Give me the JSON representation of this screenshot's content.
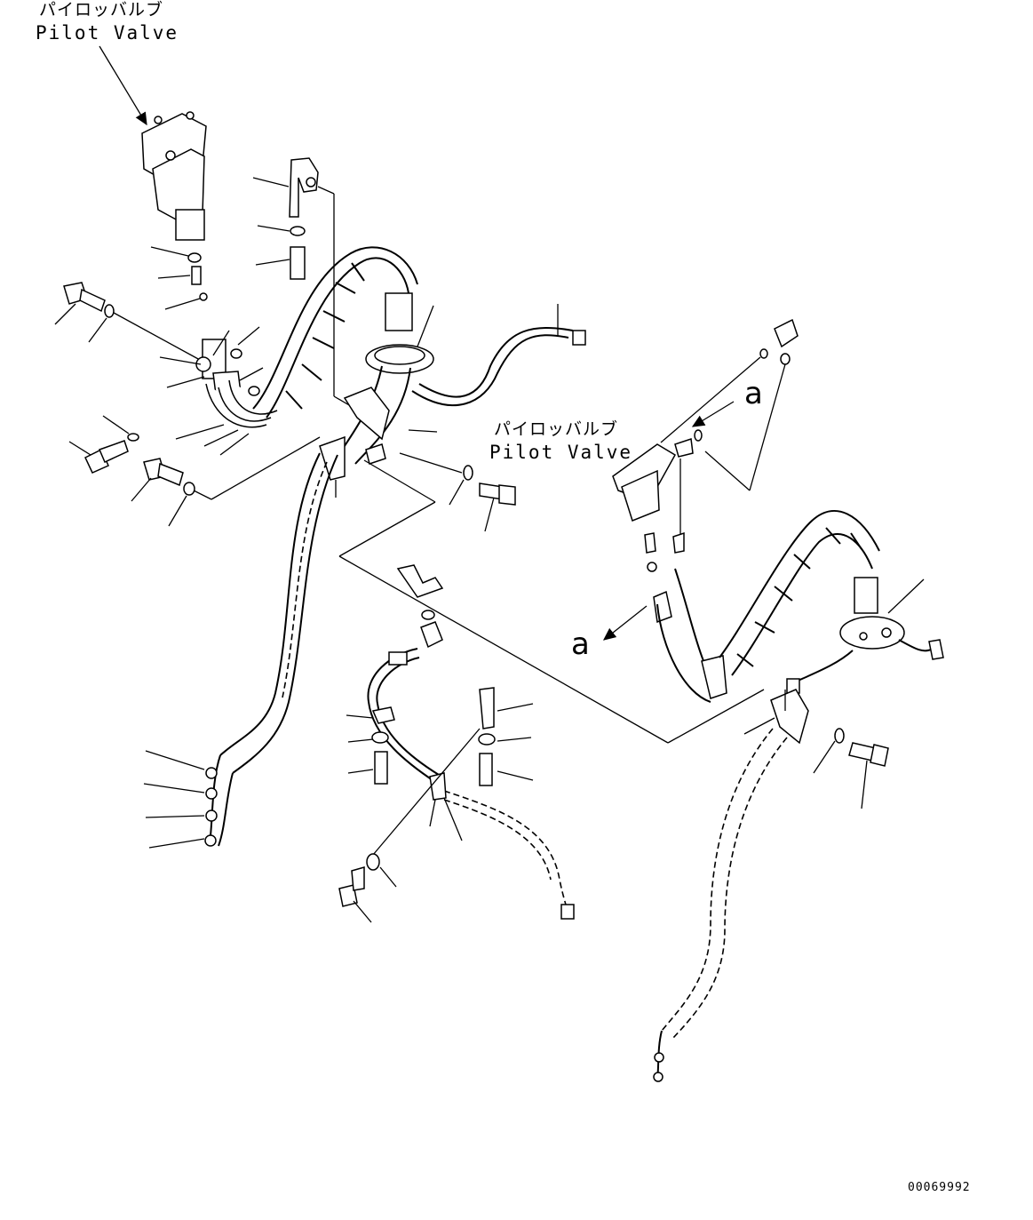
{
  "callouts": {
    "pilot_valve_top": {
      "jp": "パイロッバルブ",
      "en": "Pilot Valve"
    },
    "pilot_valve_right": {
      "jp": "パイロッバルブ",
      "en": "Pilot Valve"
    }
  },
  "view_refs": {
    "upper": "a",
    "lower": "a"
  },
  "drawing_number": "00069992"
}
